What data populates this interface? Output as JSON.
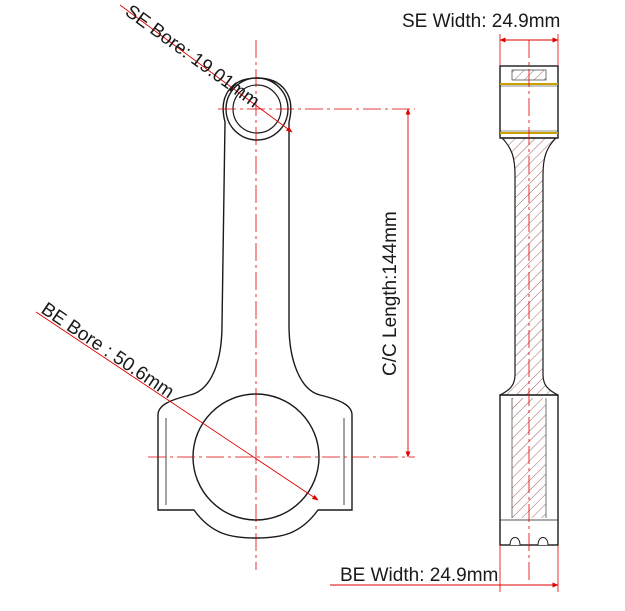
{
  "drawing": {
    "se_bore_label": "SE Bore: 19.01mm",
    "be_bore_label": "BE Bore : 50.6mm",
    "cc_length_label": "C/C Length:144mm",
    "se_width_label": "SE Width: 24.9mm",
    "be_width_label": "BE Width: 24.9mm"
  },
  "colors": {
    "outline": "#1a1a1a",
    "dimension": "#e00000",
    "bushing": "#c8a000",
    "hatch": "#8a3a3a"
  }
}
